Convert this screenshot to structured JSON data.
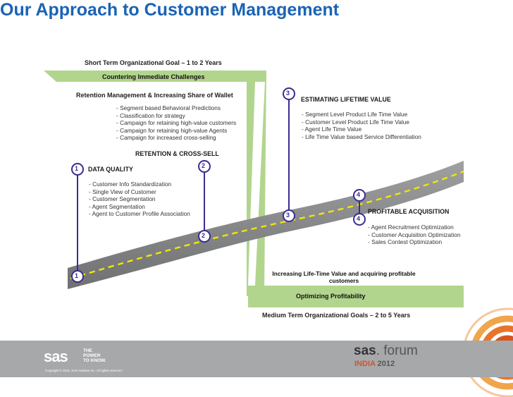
{
  "title": "Our Approach to Customer Management",
  "top": {
    "goal": "Short Term Organizational Goal – 1 to 2 Years",
    "band": "Countering Immediate Challenges",
    "section": "Retention Management & Increasing Share of Wallet",
    "items": [
      "Segment based Behavioral Predictions",
      "Classification for strategy",
      "Campaign for retaining high-value customers",
      "Campaign for retaining high-value Agents",
      "Campaign for increased cross-selling"
    ],
    "subtitle": "RETENTION & CROSS-SELL"
  },
  "data_quality": {
    "number": "1",
    "heading": "DATA QUALITY",
    "items": [
      "Customer Info Standardization",
      "Single View of Customer",
      "Customer Segmentation",
      "Agent Segmentation",
      "Agent to Customer Profile Association"
    ]
  },
  "ltv": {
    "number": "3",
    "heading": "ESTIMATING LIFETIME VALUE",
    "items": [
      "Segment Level Product Life Time Value",
      "Customer Level Product Life Time Value",
      "Agent Life Time Value",
      "Life Time Value based Service Differentiation"
    ]
  },
  "retention_marker": {
    "number": "2"
  },
  "acquisition": {
    "number": "4",
    "heading": "PROFITABLE ACQUISITION",
    "items": [
      "Agent Recruitment Optimization",
      "Customer Acquisition Optimization",
      "Sales Contest Optimization"
    ]
  },
  "bottom": {
    "statement_line1": "Increasing Life-Time Value and acquiring profitable",
    "statement_line2": "customers",
    "band": "Optimizing Profitability",
    "goal": "Medium Term Organizational Goals – 2 to 5 Years"
  },
  "footer": {
    "logo": "sas",
    "tagline_1": "THE",
    "tagline_2": "POWER",
    "tagline_3": "TO KNOW.",
    "copyright": "Copyright © 2011, SAS Institute Inc. All rights reserved.",
    "forum_brand_1": "sas",
    "forum_brand_2": ". forum",
    "forum_region": "INDIA",
    "forum_year": "2012"
  },
  "colors": {
    "title": "#1a63b5",
    "zband": "#b2d58e",
    "road": "#8a8b8c",
    "road_line": "#f2e600",
    "marker": "#3b2d8f",
    "footer": "#a7a8aa"
  }
}
